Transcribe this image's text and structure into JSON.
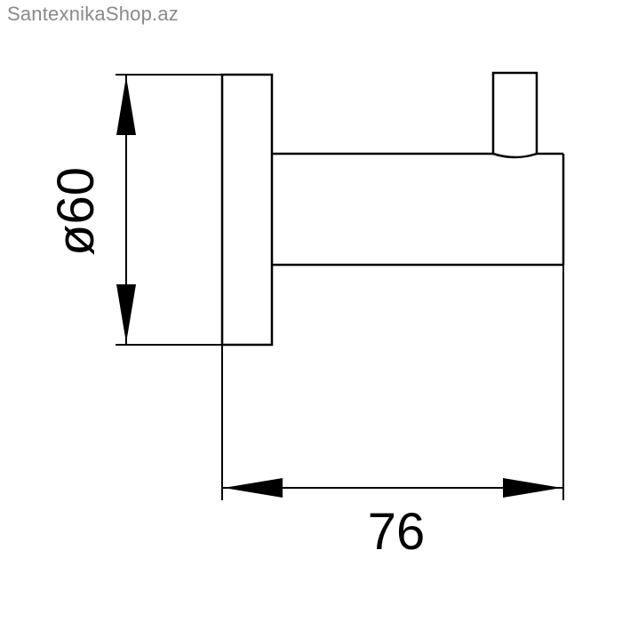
{
  "watermark": "SantexnikaShop.az",
  "dimensions": {
    "diameter_label": "ø60",
    "width_label": "76"
  },
  "colors": {
    "line": "#000000",
    "watermark": "#8a8a8a",
    "background": "#ffffff"
  }
}
